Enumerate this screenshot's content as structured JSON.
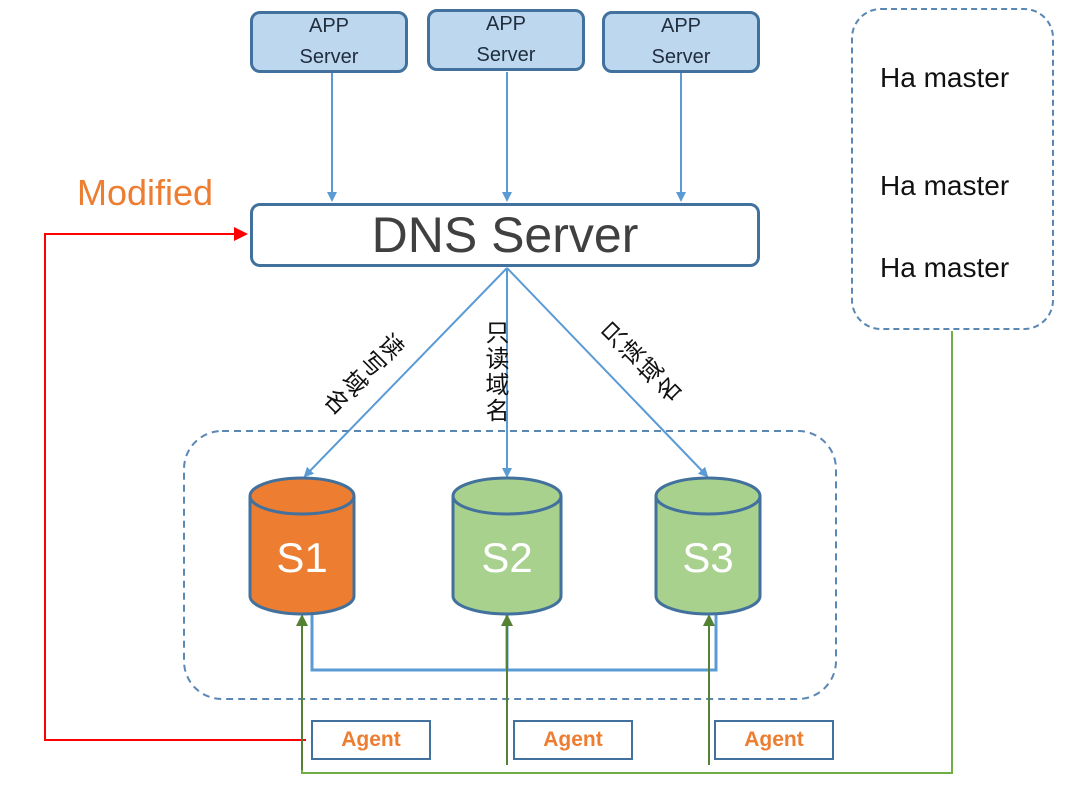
{
  "app_servers": [
    {
      "line1": "APP",
      "line2": "Server"
    },
    {
      "line1": "APP",
      "line2": "Server"
    },
    {
      "line1": "APP",
      "line2": "Server"
    }
  ],
  "dns_server": {
    "label": "DNS Server"
  },
  "modified_label": "Modified",
  "ha_masters": [
    "Ha master",
    "Ha master",
    "Ha master"
  ],
  "domain_labels": {
    "read_write": "读写域名",
    "read_only_middle": "只读域名",
    "read_only_right": "只读域名"
  },
  "databases": [
    {
      "label": "S1",
      "role": "primary"
    },
    {
      "label": "S2",
      "role": "replica"
    },
    {
      "label": "S3",
      "role": "replica"
    }
  ],
  "agents": [
    "Agent",
    "Agent",
    "Agent"
  ],
  "colors": {
    "app_fill": "#bdd7ee",
    "box_border": "#41719c",
    "arrow_blue": "#5b9bd5",
    "primary_db": "#ed7d31",
    "replica_db": "#a9d18e",
    "agent_green": "#548235",
    "modified_red": "#ff0000",
    "modified_text": "#ed7d31"
  }
}
